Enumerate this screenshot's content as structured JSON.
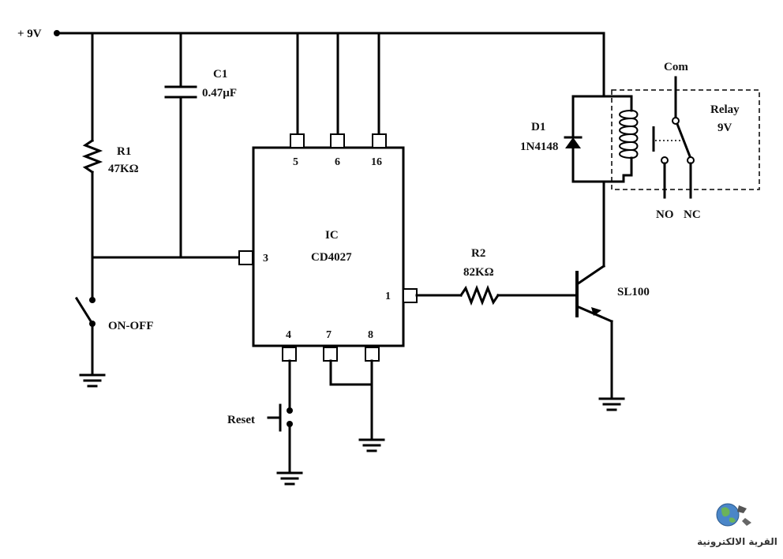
{
  "supply": {
    "label": "+ 9V"
  },
  "r1": {
    "name": "R1",
    "value": "47KΩ"
  },
  "c1": {
    "name": "C1",
    "value": "0.47µF"
  },
  "ic": {
    "name": "IC",
    "part": "CD4027",
    "pins": {
      "p5": "5",
      "p6": "6",
      "p16": "16",
      "p3": "3",
      "p1": "1",
      "p4": "4",
      "p7": "7",
      "p8": "8"
    }
  },
  "r2": {
    "name": "R2",
    "value": "82KΩ"
  },
  "d1": {
    "name": "D1",
    "part": "1N4148"
  },
  "relay": {
    "name": "Relay",
    "voltage": "9V",
    "com": "Com",
    "no": "NO",
    "nc": "NC"
  },
  "transistor": {
    "part": "SL100"
  },
  "switch": {
    "label": "ON-OFF"
  },
  "reset": {
    "label": "Reset"
  },
  "watermark": {
    "text": "القرية الالكترونية"
  }
}
